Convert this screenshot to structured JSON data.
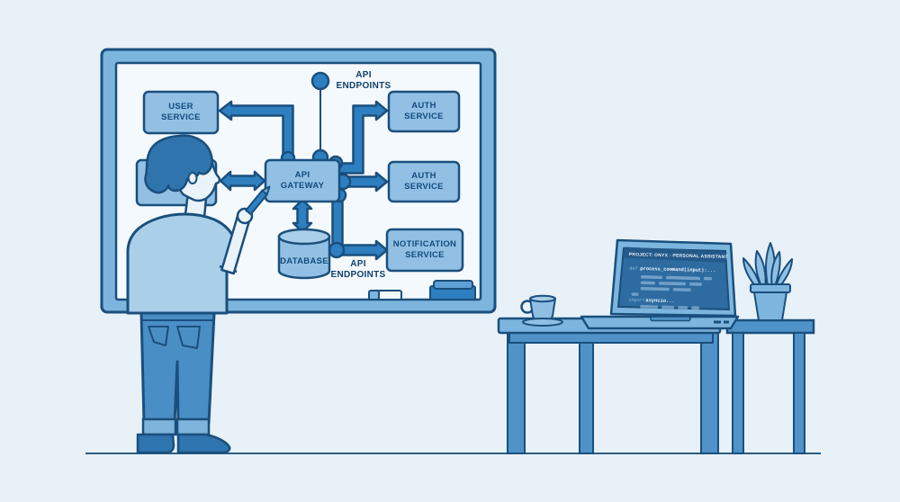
{
  "scene_title": "developer sketching API architecture on whiteboard",
  "palette": {
    "background": "#e8f1f8",
    "outline_dark": "#1a4f7d",
    "frame_blue": "#7cb5dd",
    "board_surface": "#f4f9fd",
    "node_fill": "#92c0e5",
    "arrow_fill": "#2e7fc0",
    "text_navy": "#134b7c",
    "screen_blue": "#2d6ba0",
    "desk_dark": "#4f93c8"
  },
  "diagram": {
    "endpoint_top": {
      "lines": [
        "API",
        "ENDPOINTS"
      ]
    },
    "endpoint_bottom": {
      "lines": [
        "API",
        "ENDPOINTS"
      ]
    },
    "nodes": {
      "user_service": {
        "lines": [
          "USER",
          "SERVICE"
        ]
      },
      "api_gateway": {
        "lines": [
          "API",
          "GATEWAY"
        ]
      },
      "auth_service_top": {
        "lines": [
          "AUTH",
          "SERVICE"
        ]
      },
      "auth_service_mid": {
        "lines": [
          "AUTH",
          "SERVICE"
        ]
      },
      "notification_service": {
        "lines": [
          "NOTIFICATION",
          "SERVICE"
        ]
      },
      "database": {
        "lines": [
          "DATABASE"
        ]
      }
    }
  },
  "laptop_screen": {
    "title": "PROJECT: ONYX - PERSONAL ASSISTANT",
    "code": [
      {
        "keyword": "def",
        "text": "process_command(input):..."
      },
      {
        "keyword": "import",
        "text": "asyncio..."
      }
    ]
  }
}
